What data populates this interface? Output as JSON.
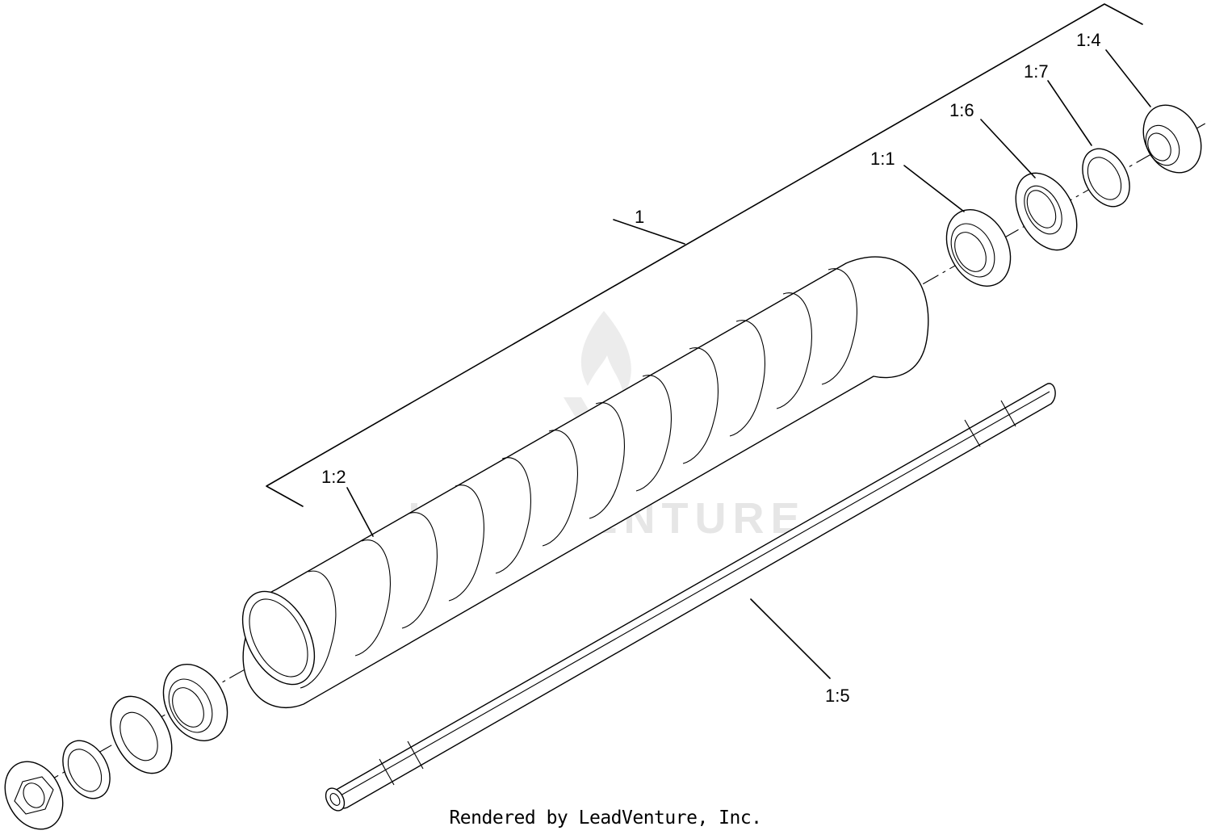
{
  "callouts": {
    "assembly": "1",
    "item_1_1": "1:1",
    "item_1_2": "1:2",
    "item_1_4": "1:4",
    "item_1_5": "1:5",
    "item_1_6": "1:6",
    "item_1_7": "1:7"
  },
  "watermark": {
    "text": "LEADVENTURE",
    "color": "#e6e6e6"
  },
  "footer": {
    "credit": "Rendered by LeadVenture, Inc."
  },
  "colors": {
    "line": "#000000",
    "background": "#ffffff"
  }
}
